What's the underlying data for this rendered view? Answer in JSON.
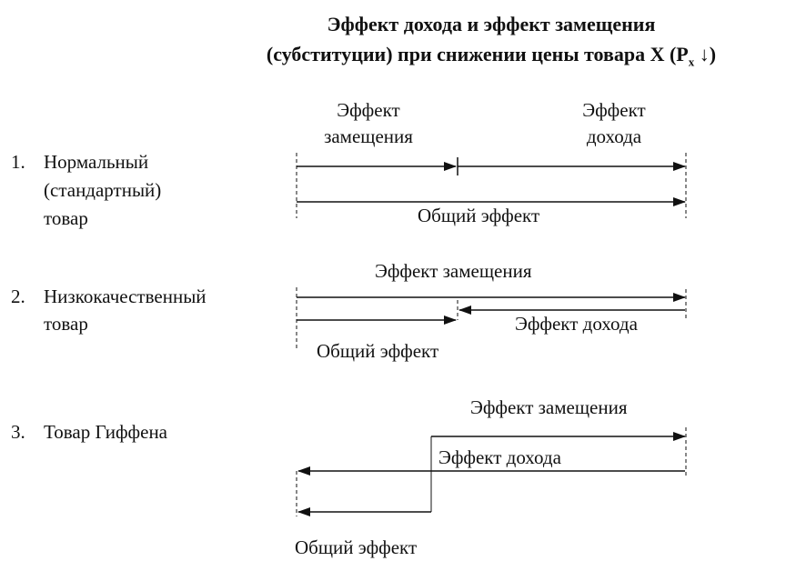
{
  "title": {
    "line1": "Эффект дохода и эффект замещения",
    "line2_text": "(субституции) при снижении цены товара X (P",
    "line2_sub": "x",
    "line2_end": " ↓)"
  },
  "case1": {
    "number": "1.",
    "label_lines": [
      "Нормальный",
      "(стандартный)",
      "товар"
    ],
    "substitution_label_lines": [
      "Эффект",
      "замещения"
    ],
    "income_label_lines": [
      "Эффект",
      "дохода"
    ],
    "total_label": "Общий эффект"
  },
  "case2": {
    "number": "2.",
    "label_lines": [
      "Низкокачественный",
      "товар"
    ],
    "substitution_label": "Эффект замещения",
    "income_label": "Эффект дохода",
    "total_label": "Общий эффект"
  },
  "case3": {
    "number": "3.",
    "label": "Товар Гиффена",
    "substitution_label": "Эффект замещения",
    "income_label": "Эффект дохода",
    "total_label": "Общий эффект"
  }
}
